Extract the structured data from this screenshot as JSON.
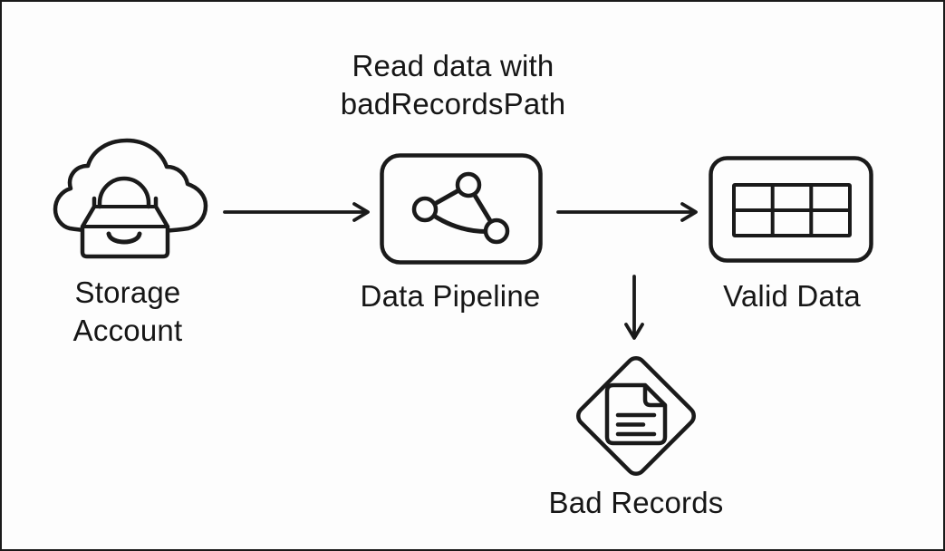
{
  "diagram": {
    "title": "Read data with badRecordsPath",
    "nodes": [
      {
        "id": "storage-account",
        "label": "Storage Account",
        "icon": "cloud-storage-icon"
      },
      {
        "id": "data-pipeline",
        "label": "Data Pipeline",
        "icon": "pipeline-network-icon"
      },
      {
        "id": "valid-data",
        "label": "Valid Data",
        "icon": "data-table-icon"
      },
      {
        "id": "bad-records",
        "label": "Bad Records",
        "icon": "document-in-diamond-icon"
      }
    ],
    "edges": [
      {
        "from": "storage-account",
        "to": "data-pipeline"
      },
      {
        "from": "data-pipeline",
        "to": "valid-data"
      },
      {
        "from": "data-pipeline",
        "to": "bad-records"
      }
    ],
    "colors": {
      "stroke": "#1a1a1a",
      "text": "#161616",
      "background": "#fdfdfd",
      "border": "#1a1a1a"
    }
  }
}
